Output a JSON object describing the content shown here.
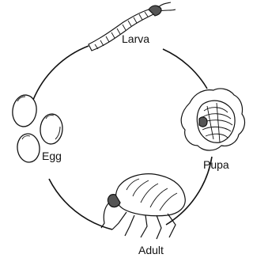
{
  "stages": {
    "larva": "Larva",
    "pupa": "Pupa",
    "adult": "Adult",
    "egg": "Egg"
  },
  "colors": {
    "ink": "#111111",
    "background": "#ffffff",
    "shade": "#555555"
  }
}
